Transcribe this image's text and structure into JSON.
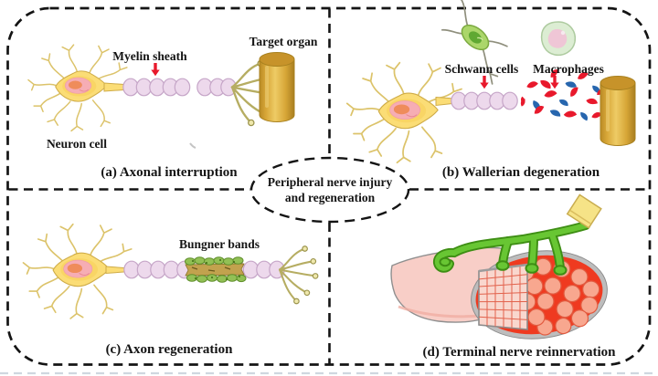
{
  "figure": {
    "center_label": {
      "line1": "Peripheral nerve injury",
      "line2": "and regeneration"
    },
    "panels": {
      "a": {
        "caption": "(a) Axonal interruption",
        "neuron_label": "Neuron cell",
        "myelin_label": "Myelin sheath",
        "target_label": "Target organ"
      },
      "b": {
        "caption": "(b) Wallerian degeneration",
        "schwann_label": "Schwann cells",
        "macrophage_label": "Macrophages"
      },
      "c": {
        "caption": "(c) Axon regeneration",
        "bungner_label": "Bungner bands"
      },
      "d": {
        "caption": "(d) Terminal nerve reinnervation"
      }
    },
    "colors": {
      "border_black": "#141414",
      "arrow_red": "#E8192C",
      "debris_blue": "#2766AE",
      "neuron_body_yellow": "#FBDD76",
      "neuron_outline": "#CFAC48",
      "nucleus_pink": "#F6ADB4",
      "nucleolus_orange": "#EF8C5B",
      "myelin_fill": "#EDD9EC",
      "myelin_stroke": "#C6A6C8",
      "schwann_green": "#ABD66A",
      "schwann_nucleus": "#5FA832",
      "macrophage_outer": "#DCEDD3",
      "macrophage_inner": "#EFC6D6",
      "cylinder_gold": "#D7A637",
      "bungner_tan": "#C2A24E",
      "bungner_green": "#92C055",
      "muscle_pink": "#F8CEC7",
      "muscle_red": "#EF3A20",
      "muscle_fiber": "#F8A78F",
      "nerve_green": "#68C633",
      "nerve_outline": "#3E8E14",
      "nerve_stub_yellow": "#F6E387"
    }
  }
}
